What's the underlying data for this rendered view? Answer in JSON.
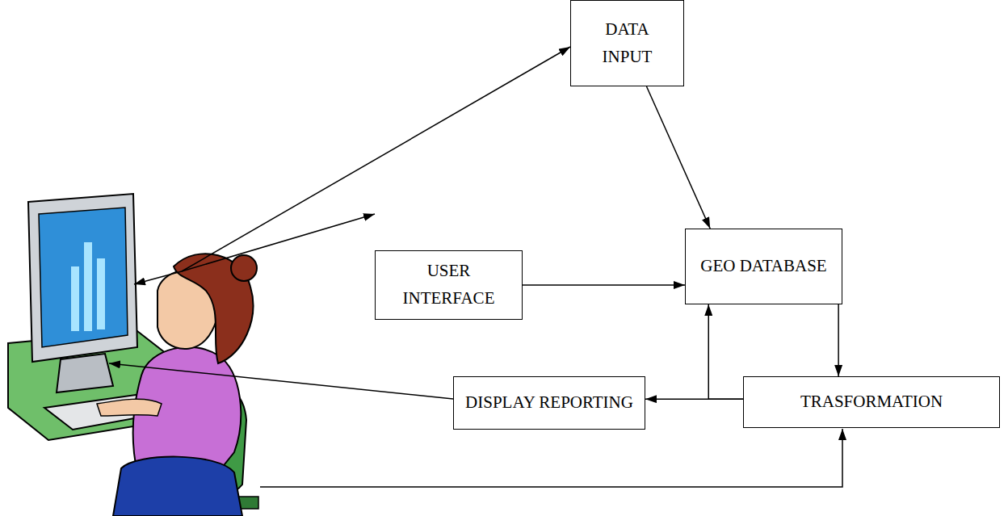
{
  "diagram": {
    "nodes": [
      {
        "text": [
          "DATA INPUT"
        ]
      },
      {
        "text": [
          "USER INTERFACE"
        ]
      },
      {
        "text": [
          "GEO DATABASE"
        ]
      },
      {
        "text": [
          "DISPLAY REPORTING"
        ]
      },
      {
        "text": [
          "TRASFORMATION"
        ]
      }
    ],
    "edges": [
      {
        "from": 0,
        "to": 2,
        "arrow": "to"
      },
      {
        "from": 1,
        "to": 2,
        "arrow": "to"
      },
      {
        "from": 2,
        "to": 4,
        "arrow": "to"
      },
      {
        "from": 4,
        "to": 3,
        "arrow": "to"
      },
      {
        "from": 4,
        "to": 2,
        "arrow": "to"
      }
    ]
  }
}
